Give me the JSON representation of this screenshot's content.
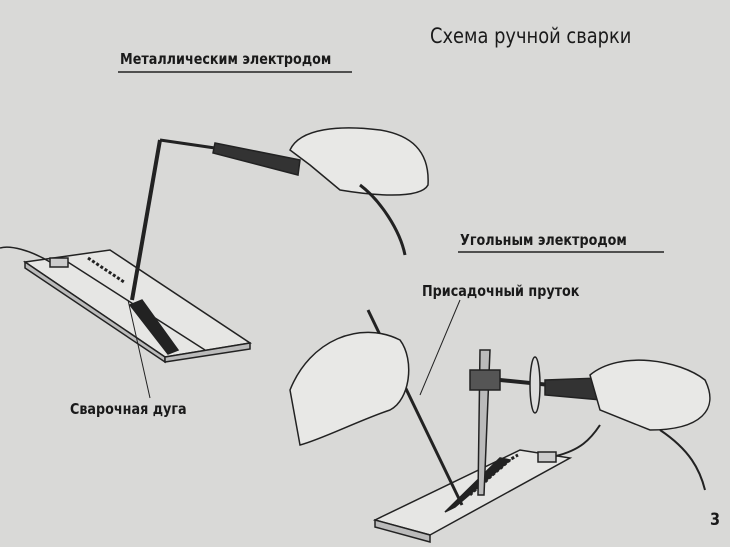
{
  "title": "Схема ручной сварки",
  "labels": {
    "metal_electrode": "Металлическим электродом",
    "carbon_electrode": "Угольным электродом",
    "filler_rod": "Присадочный пруток",
    "welding_arc": "Сварочная дуга"
  },
  "page_number": "3"
}
